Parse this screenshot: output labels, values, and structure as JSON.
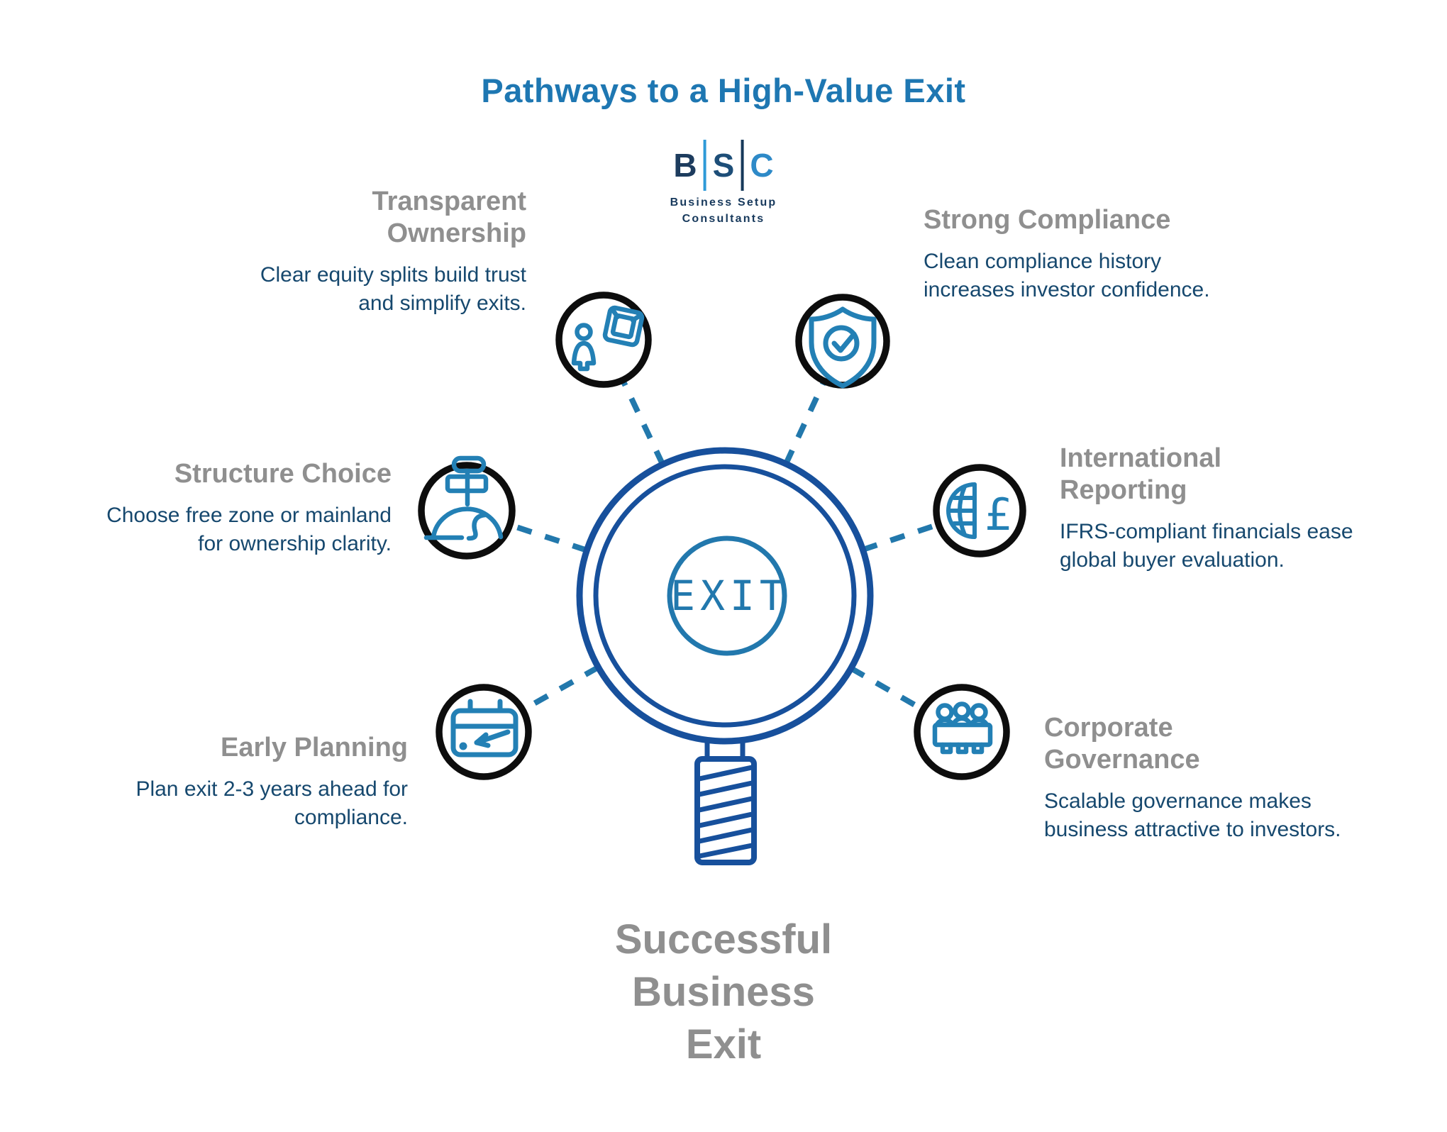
{
  "page": {
    "title": "Pathways to a High-Value Exit"
  },
  "logo": {
    "letters": [
      "B",
      "S",
      "C"
    ],
    "subtitle": "Business Setup\nConsultants"
  },
  "center": {
    "label": "EXIT",
    "footer": "Successful\nBusiness\nExit"
  },
  "nodes": [
    {
      "id": "transparent-ownership",
      "title": "Transparent\nOwnership",
      "description": "Clear equity splits build trust\nand simplify exits.",
      "icon": "person-box-icon"
    },
    {
      "id": "strong-compliance",
      "title": "Strong Compliance",
      "description": "Clean compliance history\nincreases investor confidence.",
      "icon": "shield-check-icon"
    },
    {
      "id": "structure-choice",
      "title": "Structure Choice",
      "description": "Choose free zone or mainland\nfor ownership clarity.",
      "icon": "signpost-icon"
    },
    {
      "id": "international-reporting",
      "title": "International\nReporting",
      "description": "IFRS-compliant financials ease\nglobal buyer evaluation.",
      "icon": "globe-currency-icon",
      "glyph": "£"
    },
    {
      "id": "early-planning",
      "title": "Early Planning",
      "description": "Plan exit 2-3 years ahead for\ncompliance.",
      "icon": "calendar-deadline-icon"
    },
    {
      "id": "corporate-governance",
      "title": "Corporate\nGovernance",
      "description": "Scalable governance makes\nbusiness attractive to investors.",
      "icon": "board-meeting-icon"
    }
  ],
  "colors": {
    "title_blue": "#1e77b2",
    "heading_gray": "#8f8f8f",
    "body_navy": "#16486e",
    "icon_blue": "#2380b5",
    "lens_blue": "#17509c",
    "exit_badge_blue": "#2278ad",
    "connector_blue": "#2278ac",
    "circle_black": "#0d0d0d"
  }
}
